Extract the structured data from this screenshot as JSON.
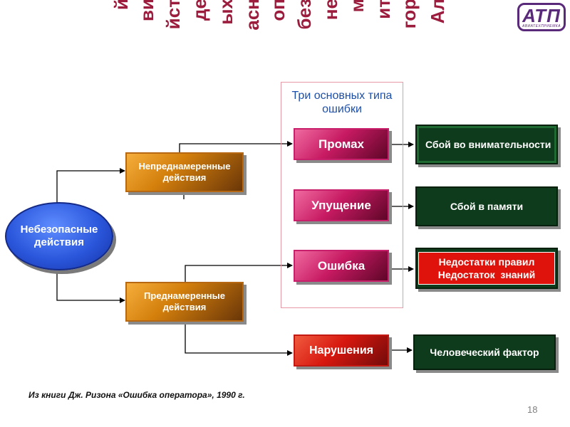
{
  "title": {
    "columns": [
      "Ал",
      "гор",
      "ит",
      "м",
      "не",
      "без",
      "оп",
      "асн",
      "ых",
      "де",
      "йст",
      "ви",
      "й"
    ]
  },
  "logo": {
    "main": "АТП",
    "sub": "АВИАТЕХПРИЕМКА"
  },
  "diagram": {
    "frame_label": "Три основных типа ошибки",
    "root": "Небезопасные действия",
    "unintended": "Непреднамеренные действия",
    "intended": "Преднамеренные действия",
    "types": {
      "slip": "Промах",
      "lapse": "Упущение",
      "mistake": "Ошибка",
      "violation": "Нарушения"
    },
    "causes": {
      "slip": "Сбой во внимательности",
      "lapse": "Сбой в памяти",
      "mistake_line1": "Недостатки правил",
      "mistake_line2": "Недостаток  знаний",
      "violation": "Человеческий фактор"
    }
  },
  "footer": "Из книги Дж. Ризона «Ошибка оператора», 1990 г.",
  "page_number": "18",
  "colors": {
    "title": "#9b1c3c",
    "frame_label": "#1d4fa8",
    "root": "#2b57dc",
    "intent": "#d37f0c",
    "type": "#c71a62",
    "violation": "#d7170f",
    "cause": "#0e3b1b",
    "cause_alert": "#e0130c"
  }
}
